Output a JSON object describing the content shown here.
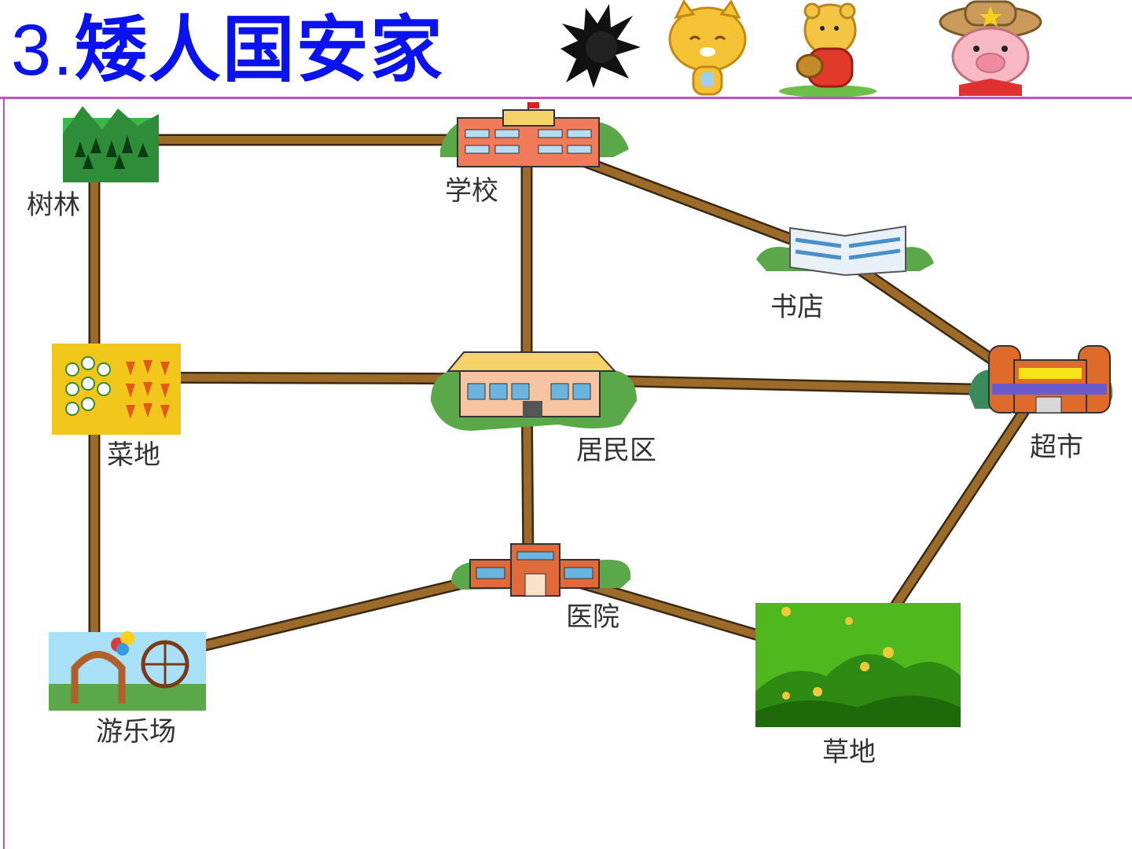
{
  "title": {
    "number": "3.",
    "text": "矮人国安家"
  },
  "colors": {
    "title": "#0a12ee",
    "rule": "#c050c8",
    "road": "#9c6b2a",
    "road_edge": "#3a2a14"
  },
  "places": [
    {
      "id": "forest",
      "label": "树林"
    },
    {
      "id": "school",
      "label": "学校"
    },
    {
      "id": "bookstore",
      "label": "书店"
    },
    {
      "id": "vegetable-field",
      "label": "菜地"
    },
    {
      "id": "residential",
      "label": "居民区"
    },
    {
      "id": "supermarket",
      "label": "超市"
    },
    {
      "id": "hospital",
      "label": "医院"
    },
    {
      "id": "amusement-park",
      "label": "游乐场"
    },
    {
      "id": "grassland",
      "label": "草地"
    }
  ],
  "roads": [
    [
      "forest",
      "school"
    ],
    [
      "forest",
      "vegetable-field"
    ],
    [
      "school",
      "residential"
    ],
    [
      "school",
      "bookstore"
    ],
    [
      "bookstore",
      "supermarket"
    ],
    [
      "vegetable-field",
      "residential"
    ],
    [
      "residential",
      "supermarket"
    ],
    [
      "vegetable-field",
      "amusement-park"
    ],
    [
      "residential",
      "hospital"
    ],
    [
      "amusement-park",
      "hospital"
    ],
    [
      "hospital",
      "grassland"
    ],
    [
      "grassland",
      "supermarket"
    ]
  ],
  "decorations": [
    "ink-splash-icon",
    "tiger-cub-icon",
    "honey-bear-icon",
    "cowboy-pig-icon"
  ]
}
